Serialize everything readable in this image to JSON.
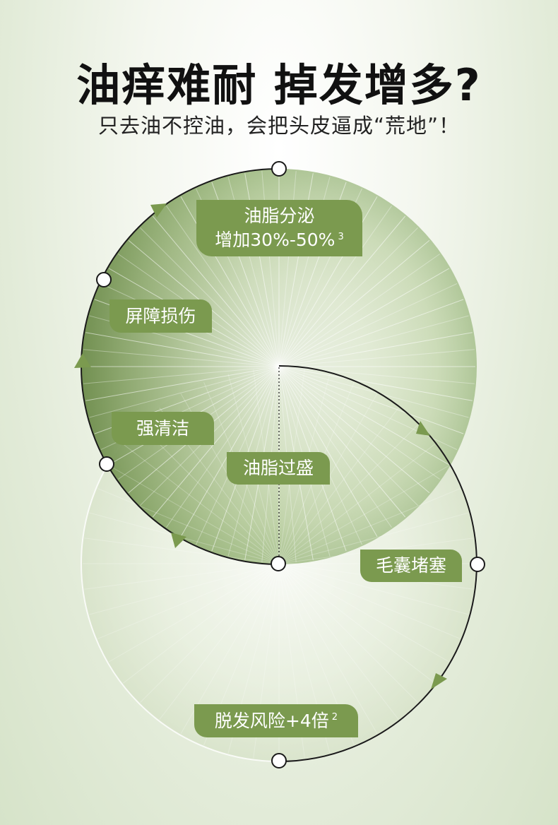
{
  "header": {
    "title": "油痒难耐 掉发增多?",
    "subtitle": "只去油不控油，会把头皮逼成“荒地”！"
  },
  "nodes": {
    "sebum_increase_line1": "油脂分泌",
    "sebum_increase_line2": "增加30%-50%",
    "sebum_increase_ref": "3",
    "barrier_damage": "屏障损伤",
    "strong_cleansing": "强清洁",
    "excess_oil": "油脂过盛",
    "follicle_clogging": "毛囊堵塞",
    "hair_loss_risk": "脱发风险+4倍",
    "hair_loss_ref": "2"
  },
  "colors": {
    "label_bg": "#7b9a4f",
    "arrow": "#7b9a4f",
    "ring_line": "#1a1a1a",
    "node_fill": "#ffffff"
  }
}
